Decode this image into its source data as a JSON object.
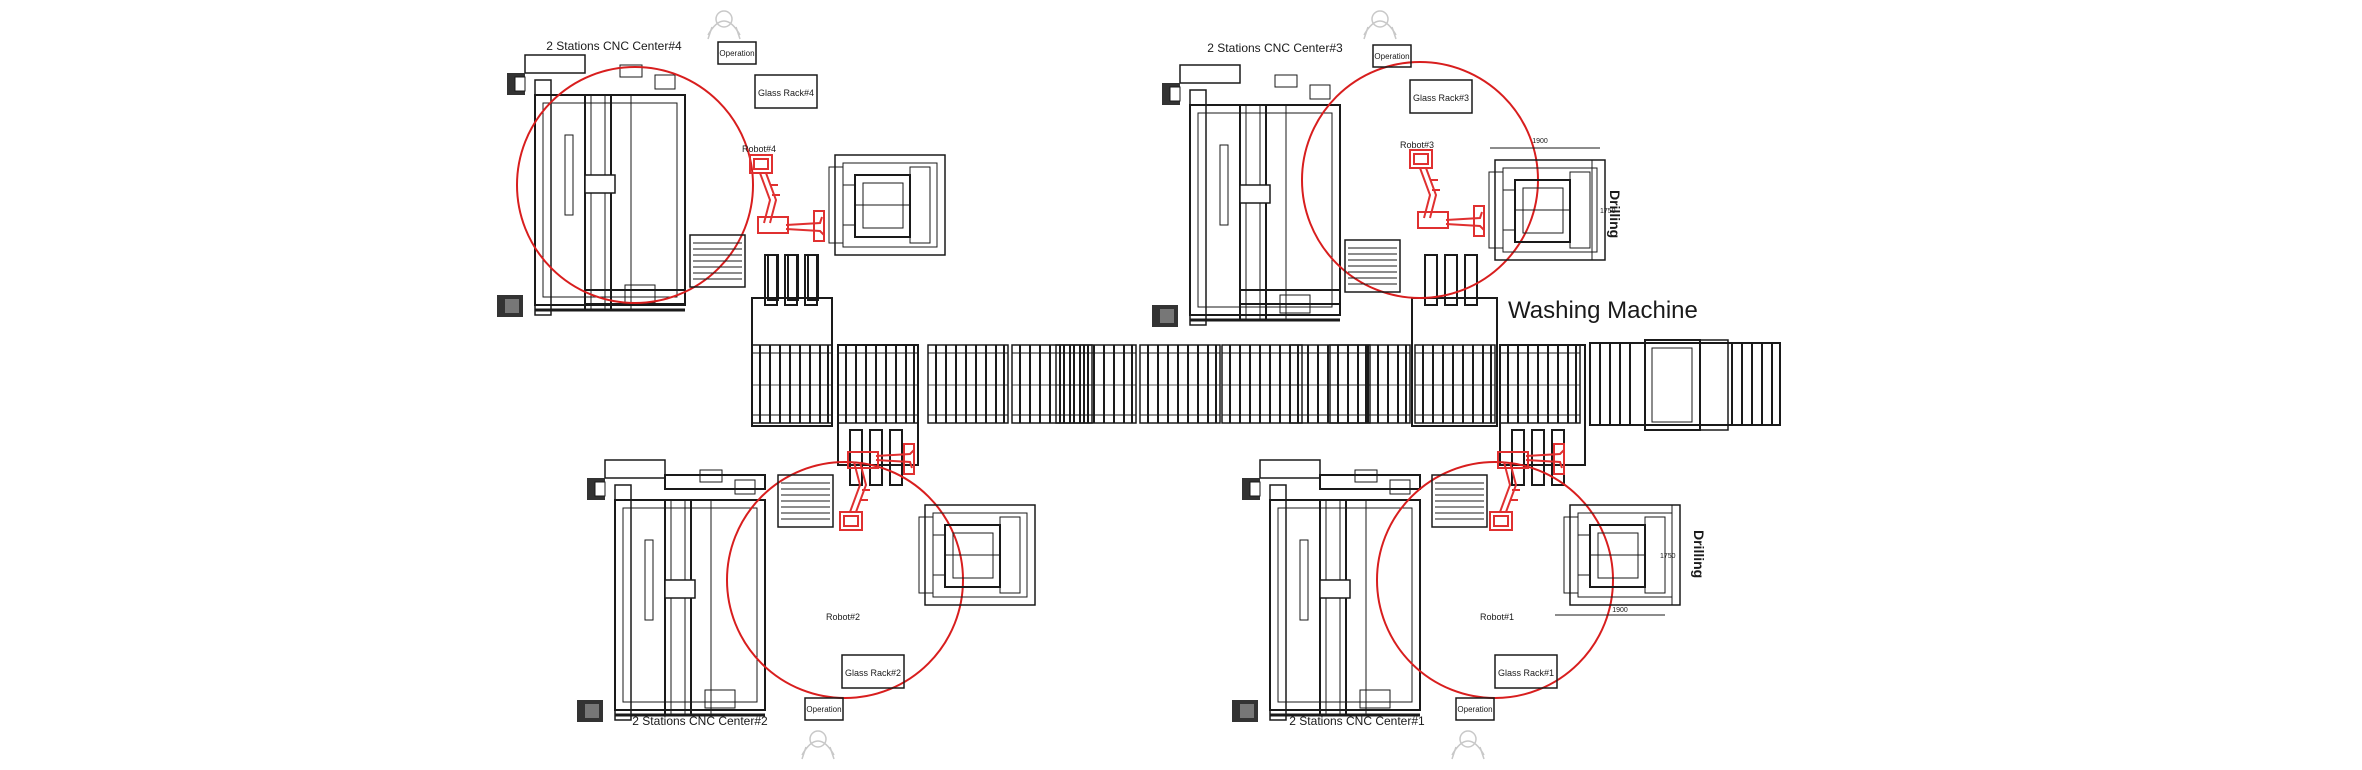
{
  "diagram": {
    "cells": [
      {
        "id": "cnc4",
        "title": "2 Stations CNC Center#4",
        "rack": "Glass Rack#4",
        "robot": "Robot#4",
        "operation": "Operation"
      },
      {
        "id": "cnc3",
        "title": "2 Stations CNC Center#3",
        "rack": "Glass Rack#3",
        "robot": "Robot#3",
        "operation": "Operation"
      },
      {
        "id": "cnc2",
        "title": "2 Stations CNC Center#2",
        "rack": "Glass Rack#2",
        "robot": "Robot#2",
        "operation": "Operation"
      },
      {
        "id": "cnc1",
        "title": "2 Stations CNC Center#1",
        "rack": "Glass Rack#1",
        "robot": "Robot#1",
        "operation": "Operation"
      }
    ],
    "washing_machine": "Washing Machine",
    "drilling": "Drilling",
    "dimensions": {
      "width": "1900",
      "height": "1750"
    },
    "colors": {
      "line": "#1a1a1a",
      "robot": "#e03030",
      "circle": "#d81e1e",
      "ghost": "#c8c8c8"
    }
  }
}
